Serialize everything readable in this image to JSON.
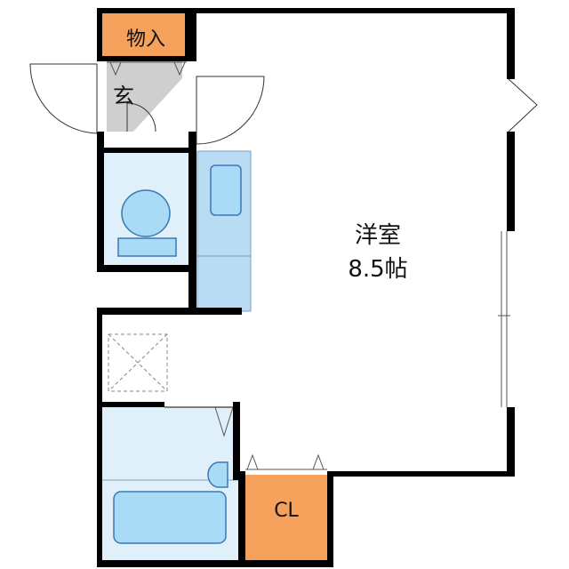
{
  "floor_plan": {
    "rooms": {
      "storage": {
        "label": "物入",
        "fill": "#f5a15c"
      },
      "entrance": {
        "label": "玄",
        "fill": "#cfcfcf"
      },
      "western_room": {
        "label": "洋室",
        "size": "8.5帖",
        "fill": "#ffffff"
      },
      "closet": {
        "label": "CL",
        "fill": "#f5a15c"
      },
      "wet_area": {
        "fill": "#dff0fb"
      },
      "kitchen": {
        "fill": "#b9dbf4"
      }
    },
    "colors": {
      "wall": "#000000",
      "fixture_fill": "#a9dbf6",
      "fixture_stroke": "#3a78b5",
      "dashed_line": "#888888"
    }
  }
}
